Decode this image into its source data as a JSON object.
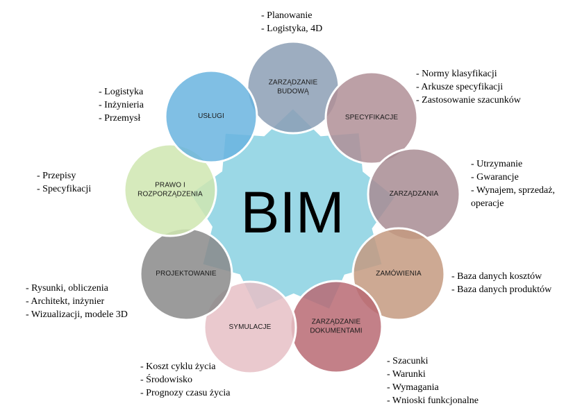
{
  "center": {
    "label": "BIM",
    "color": "#9bd8e6"
  },
  "circles": [
    {
      "id": "zarzadzanie-budowa",
      "lines": [
        "ZARZĄDZANIE",
        "BUDOWĄ"
      ],
      "color": "#8c9fb5"
    },
    {
      "id": "specyfikacje",
      "lines": [
        "SPECYFIKACJE"
      ],
      "color": "#b08f97"
    },
    {
      "id": "zarzadzania",
      "lines": [
        "ZARZĄDZANIA"
      ],
      "color": "#a88c93"
    },
    {
      "id": "zamowienia",
      "lines": [
        "ZAMÓWIENIA"
      ],
      "color": "#c49a80"
    },
    {
      "id": "zarzadzanie-dokumentami",
      "lines": [
        "ZARZĄDZANIE",
        "DOKUMENTAMI"
      ],
      "color": "#b96a73"
    },
    {
      "id": "symulacje",
      "lines": [
        "SYMULACJE"
      ],
      "color": "#e6bfc6"
    },
    {
      "id": "projektowanie",
      "lines": [
        "PROJEKTOWANIE"
      ],
      "color": "#8a8a8a"
    },
    {
      "id": "prawo",
      "lines": [
        "PRAWO I",
        "ROZPORZĄDZENIA"
      ],
      "color": "#cfe6b0"
    },
    {
      "id": "uslugi",
      "lines": [
        "USŁUGI"
      ],
      "color": "#6ab4df"
    }
  ],
  "notes": {
    "zarzadzanie_budowa": [
      "- Planowanie",
      "- Logistyka, 4D"
    ],
    "specyfikacje": [
      "- Normy klasyfikacji",
      "- Arkusze specyfikacji",
      "- Zastosowanie szacunków"
    ],
    "zarzadzania": [
      "-   Utrzymanie",
      "-   Gwarancje",
      "-   Wynajem, sprzedaż,",
      "     operacje"
    ],
    "zamowienia": [
      "- Baza danych kosztów",
      "- Baza danych produktów"
    ],
    "zarzadzanie_dokumentami": [
      "- Szacunki",
      "- Warunki",
      "- Wymagania",
      "- Wnioski funkcjonalne"
    ],
    "symulacje": [
      "- Koszt cyklu życia",
      "- Środowisko",
      "- Prognozy czasu życia"
    ],
    "projektowanie": [
      "- Rysunki, obliczenia",
      "- Architekt, inżynier",
      "- Wizualizacji, modele 3D"
    ],
    "prawo": [
      "-    Przepisy",
      "- Specyfikacji"
    ],
    "uslugi": [
      "- Logistyka",
      "- Inżynieria",
      "- Przemysł"
    ]
  }
}
